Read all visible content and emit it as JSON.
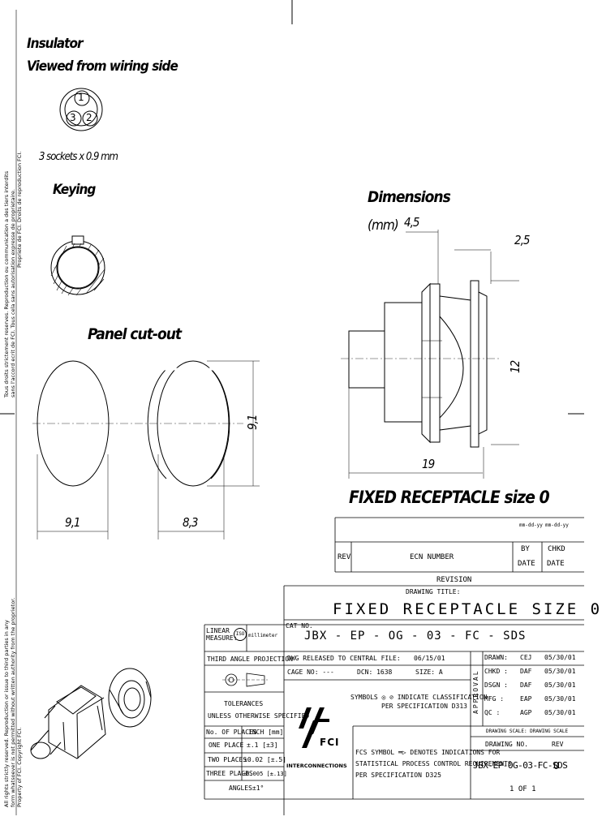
{
  "insulator": {
    "title_line1": "Insulator",
    "title_line2": "Viewed from wiring side",
    "socket_labels": [
      "1",
      "3",
      "2"
    ],
    "sockets_note": "3 sockets x 0.9 mm"
  },
  "keying": {
    "title": "Keying"
  },
  "panel_cutout": {
    "title": "Panel cut-out",
    "dim_width_left": "9,1",
    "dim_width_right": "8,3",
    "dim_height": "9,1"
  },
  "dimensions": {
    "title": "Dimensions",
    "unit": "(mm)",
    "dim_a": "4,5",
    "dim_b": "2,5",
    "dim_height": "12",
    "dim_length": "19"
  },
  "part_heading": "FIXED RECEPTACLE size 0",
  "side_notice": {
    "line1": "Tous droits strictement reserves. Reproduction ou communication a des tiers interdits",
    "line2": "sans l'accord ecrit de FCI. Tous cela sans autorisation expresse de proprietaire.",
    "line3": "Propriete de FCI. Droits de reproduction FCI.",
    "line4": "All rights strictly reserved. Reproduction or issue to third parties in any",
    "line5": "form whatsoever is not permitted without written authority from the proprietor.",
    "line6": "Property of FCI. Copyright FCI."
  },
  "revision_block": {
    "date_format_1": "mm-dd-yy",
    "date_format_2": "mm-dd-yy",
    "rev_col": "REV",
    "ecn_col": "ECN NUMBER",
    "by_date_1": "BY",
    "by_date_2": "DATE",
    "chkd_date_1": "CHKD",
    "chkd_date_2": "DATE",
    "revision_label": "REVISION"
  },
  "title_block": {
    "drawing_title_label": "DRAWING TITLE:",
    "drawing_title": "FIXED RECEPTACLE SIZE 0",
    "linear_measure_1": "LINEAR",
    "linear_measure_2": "MEASURE:",
    "linear_measure_value": "millimeter",
    "cat_no_label": "CAT NO.",
    "cat_no": "JBX - EP - OG - 03 - FC - SDS",
    "projection": "THIRD ANGLE PROJECTION",
    "dwg_released_label": "DWG RELEASED TO CENTRAL FILE:",
    "dwg_released_date": "06/15/01",
    "cage_no_label": "CAGE NO: ---",
    "dcn_label": "DCN: 1638",
    "size_label": "SIZE: A",
    "tolerances_1": "TOLERANCES",
    "tolerances_2": "UNLESS OTHERWISE SPECIFIED",
    "tol_header_places": "No. OF PLACES",
    "tol_header_unit": "INCH [mm]",
    "tol_one_place": "ONE PLACE",
    "tol_one_value": "±.1 [±3]",
    "tol_two_places": "TWO PLACES",
    "tol_two_value": "±0.02 [±.5]",
    "tol_three_places": "THREE PLACES",
    "tol_three_value": "±0.005 [±.13]",
    "angles": "ANGLES±1°",
    "symbols_note_1": "SYMBOLS ◎ ⊘ INDICATE CLASSIFICATION",
    "symbols_note_2": "PER SPECIFICATION D313",
    "fcs_note_1": "FCS SYMBOL ═▷ DENOTES INDICATIONS FOR",
    "fcs_note_2": "STATISTICAL PROCESS CONTROL REQUIREMENTS",
    "fcs_note_3": "PER SPECIFICATION D325",
    "brand": "FCI",
    "brand_sub": "INTERCONNECTIONS",
    "approval_label": "APPROVAL",
    "approvals": [
      {
        "role": "DRAWN:",
        "who": "CEJ",
        "date": "05/30/01"
      },
      {
        "role": "CHKD :",
        "who": "DAF",
        "date": "05/30/01"
      },
      {
        "role": "DSGN :",
        "who": "DAF",
        "date": "05/30/01"
      },
      {
        "role": "MFG  :",
        "who": "EAP",
        "date": "05/30/01"
      },
      {
        "role": "QC   :",
        "who": "AGP",
        "date": "05/30/01"
      }
    ],
    "drawing_scale": "DRAWING SCALE: DRAWING SCALE",
    "drawing_no_label": "DRAWING NO.",
    "rev_label": "REV",
    "drawing_no": "JBX-EP-OG-03-FC-SDS",
    "rev_value": "0",
    "sheet": "1 OF 1"
  }
}
